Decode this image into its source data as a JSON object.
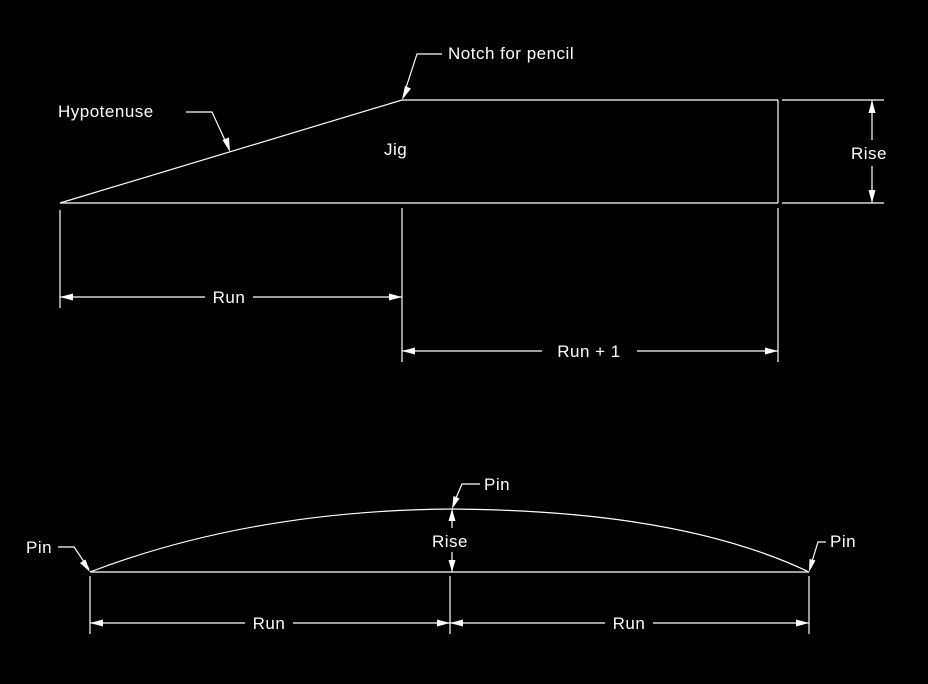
{
  "diagram": {
    "top": {
      "hypotenuse_label": "Hypotenuse",
      "notch_label": "Notch for pencil",
      "jig_label": "Jig",
      "rise_label": "Rise",
      "run_label": "Run",
      "run_plus_label": "Run + 1"
    },
    "bottom": {
      "pin_left_label": "Pin",
      "pin_top_label": "Pin",
      "pin_right_label": "Pin",
      "rise_label": "Rise",
      "run_left_label": "Run",
      "run_right_label": "Run"
    }
  }
}
